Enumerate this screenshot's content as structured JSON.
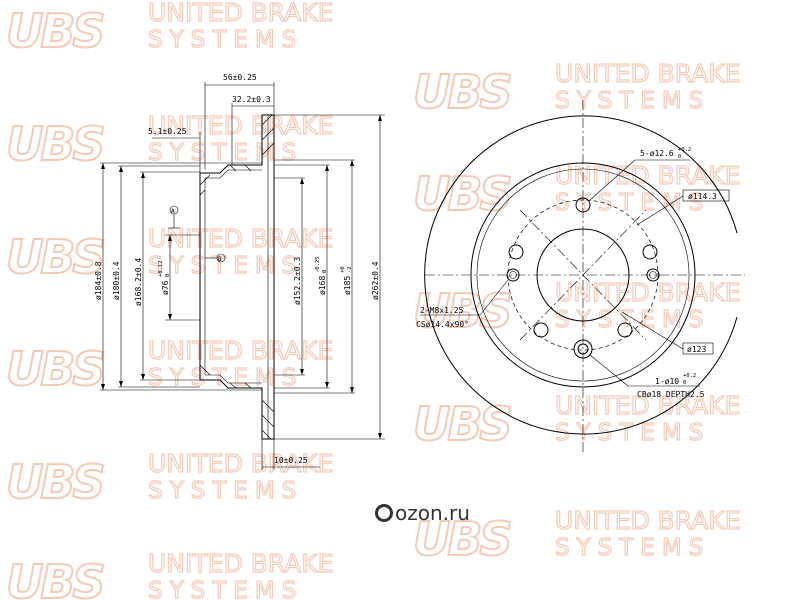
{
  "watermark": {
    "logo": "UBS",
    "line1": "UNITED BRAKE",
    "line2": "SYSTEMS"
  },
  "side_view": {
    "dims": {
      "total_height": "56±0.25",
      "hat_height": "32.2±0.3",
      "wall": "5.1±0.25",
      "thickness": "10±0.25",
      "d184": "ø184±0.8",
      "d180": "ø180±0.4",
      "d168_2": "ø168.2±0.4",
      "d76": "ø76",
      "d76_tol": "+0.12",
      "d76_tol0": "0",
      "d152_2": "ø152.2±0.3",
      "d168": "ø168",
      "d168_tol": "-0.25",
      "d168_tol0": "0",
      "d185": "ø185",
      "d185_tol": "+0",
      "d185_tol2": "-2",
      "d262": "ø262±0.4"
    },
    "datum_a": "A",
    "datum_b": "B"
  },
  "front_view": {
    "holes_5": "5-ø12.6",
    "holes_5_tol": "+0.2",
    "holes_5_tol0": "0",
    "pcd": "ø114.3",
    "threads": "2-M8x1.25",
    "csink": "CSø14.4x90°",
    "bore": "ø123",
    "pin_hole": "1-ø10",
    "pin_hole_tol": "+0.2",
    "pin_hole_tol0": "0",
    "cbore": "CBø18 DEPTH2.5"
  },
  "brand": {
    "name": "ozon.ru"
  }
}
